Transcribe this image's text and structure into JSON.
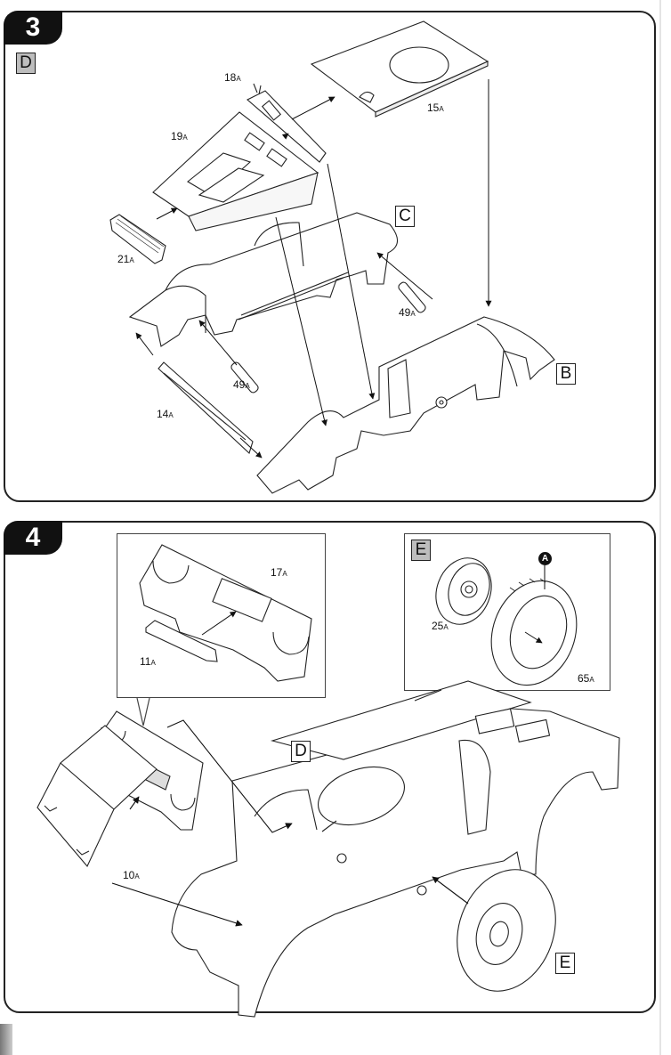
{
  "page": {
    "steps": [
      {
        "number": "3",
        "sub_assembly_label": "D",
        "assembly_labels": {
          "chassis_upper": "C",
          "chassis_lower": "B"
        },
        "parts": [
          {
            "id": "18",
            "suffix": "A"
          },
          {
            "id": "19",
            "suffix": "A"
          },
          {
            "id": "15",
            "suffix": "A"
          },
          {
            "id": "21",
            "suffix": "A"
          },
          {
            "id": "49",
            "suffix": "A"
          },
          {
            "id": "49",
            "suffix": "A"
          },
          {
            "id": "14",
            "suffix": "A"
          }
        ]
      },
      {
        "number": "4",
        "assembly_labels": {
          "body": "D",
          "wheel": "E"
        },
        "inset_front_plate": {
          "parts": [
            {
              "id": "17",
              "suffix": "A"
            },
            {
              "id": "11",
              "suffix": "A"
            }
          ]
        },
        "inset_wheel": {
          "label": "E",
          "marker": "A",
          "parts": [
            {
              "id": "25",
              "suffix": "A"
            },
            {
              "id": "65",
              "suffix": "A"
            }
          ]
        },
        "parts": [
          {
            "id": "10",
            "suffix": "A"
          }
        ]
      }
    ]
  }
}
